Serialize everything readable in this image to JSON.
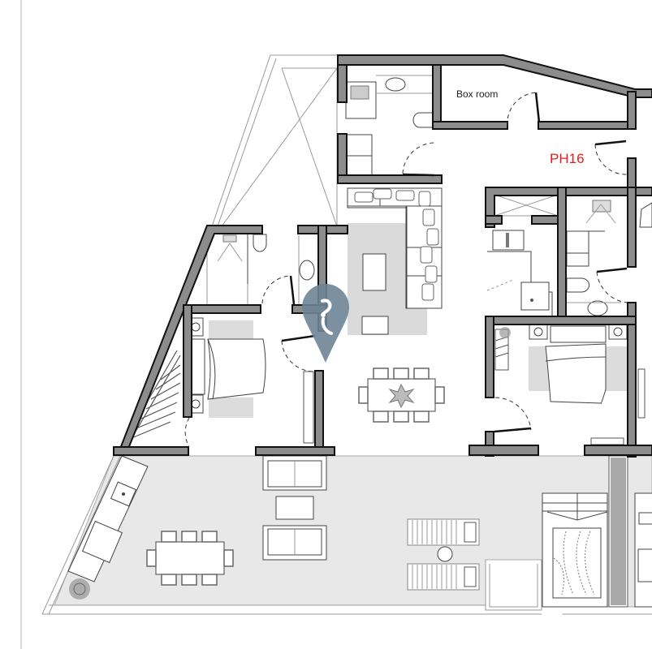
{
  "plan": {
    "unit_label": "PH16",
    "unit_label_color": "#e81c1c",
    "rooms": [
      {
        "name": "box-room",
        "label": "Box room"
      }
    ],
    "wall_color": "#8c8c8c",
    "terrace_color": "#e8e8e8",
    "marker": {
      "icon": "map-pin-icon",
      "color": "#6f8496",
      "glyph": "pedestrian-viewpoint"
    }
  }
}
